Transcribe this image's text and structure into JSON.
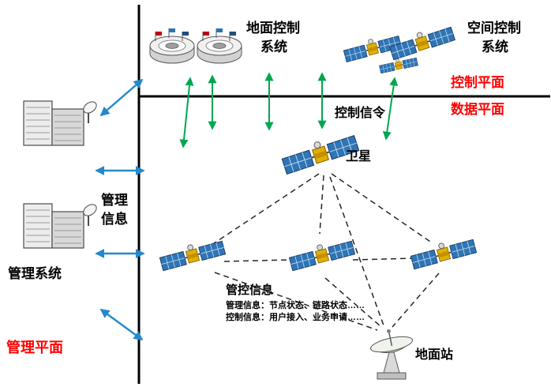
{
  "colors": {
    "plane_label_red": "#FF0000",
    "control_arrow_green": "#00A651",
    "management_arrow_blue": "#2389CC",
    "axis_black": "#000000",
    "satellite_panel_blue": "#2E75B6",
    "satellite_body_gold": "#E0B000"
  },
  "labels": {
    "ground_control_system": [
      "地面控制",
      "系统"
    ],
    "space_control_system": [
      "空间控制",
      "系统"
    ],
    "control_plane": "控制平面",
    "data_plane": "数据平面",
    "control_signaling": "控制信令",
    "satellite": "卫星",
    "management_info": [
      "管理",
      "信息"
    ],
    "management_system": "管理系统",
    "management_plane": "管理平面",
    "mgmt_control_info_title": "管控信息",
    "mgmt_control_info_detail1": "管理信息：节点状态、链路状态……",
    "mgmt_control_info_detail2": "控制信息：用户接入、业务申请……",
    "ground_station": "地面站"
  },
  "icons": {
    "ground_control_pad_icon": "circular launch platform with flags",
    "satellite_icon": "satellite body with two blue solar panels",
    "building_icon": "multi-story building with rooftop dish",
    "ground_station_icon": "parabolic dish antenna on pedestal"
  }
}
